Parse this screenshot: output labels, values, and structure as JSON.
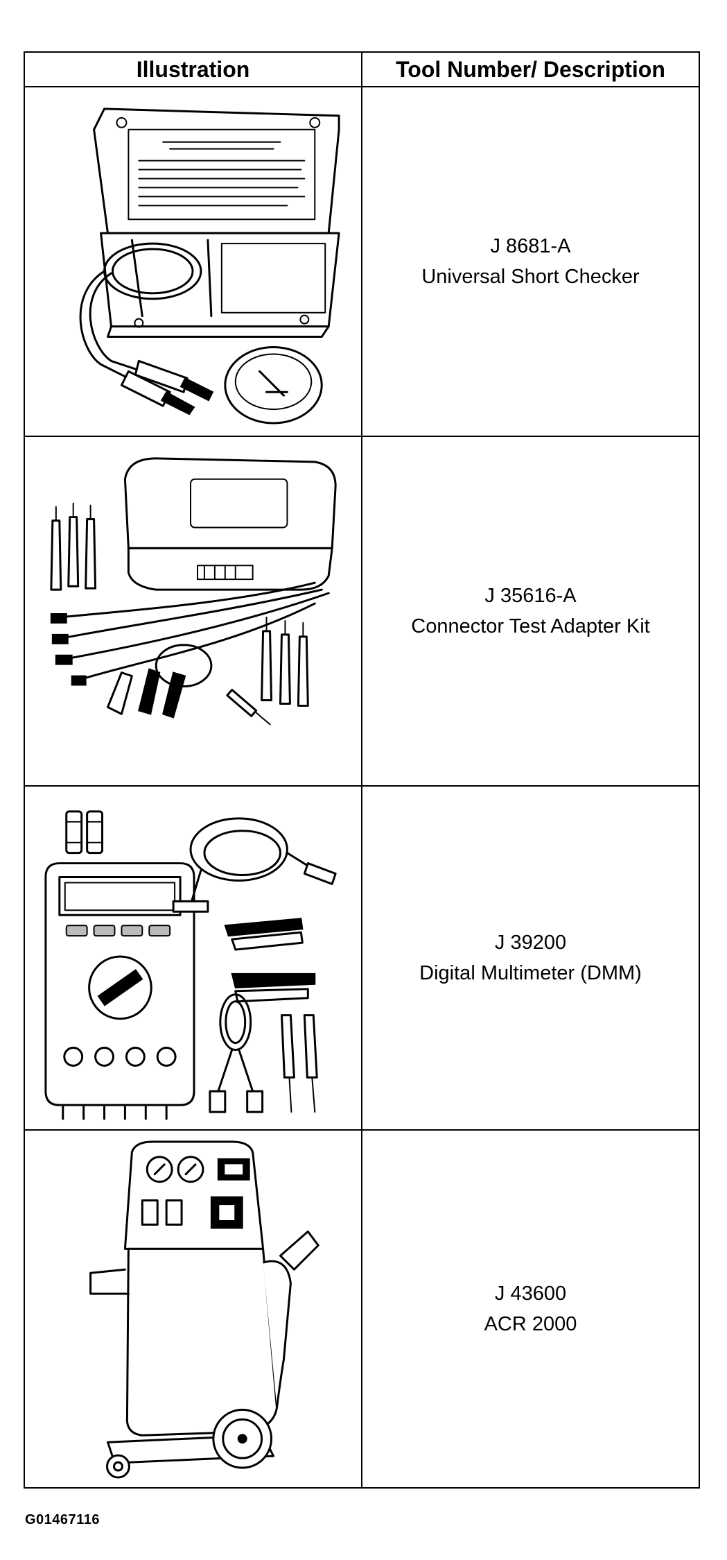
{
  "table": {
    "headers": {
      "illustration": "Illustration",
      "description": "Tool Number/ Description"
    },
    "rows": [
      {
        "tool_number": "J 8681-A",
        "name": "Universal Short Checker",
        "icon": "short-checker-kit-icon"
      },
      {
        "tool_number": "J 35616-A",
        "name": "Connector Test Adapter Kit",
        "icon": "connector-test-adapter-kit-icon"
      },
      {
        "tool_number": "J 39200",
        "name": "Digital Multimeter (DMM)",
        "icon": "digital-multimeter-icon"
      },
      {
        "tool_number": "J 43600",
        "name": "ACR 2000",
        "icon": "acr-2000-machine-icon"
      }
    ]
  },
  "figure_id": "G01467116"
}
